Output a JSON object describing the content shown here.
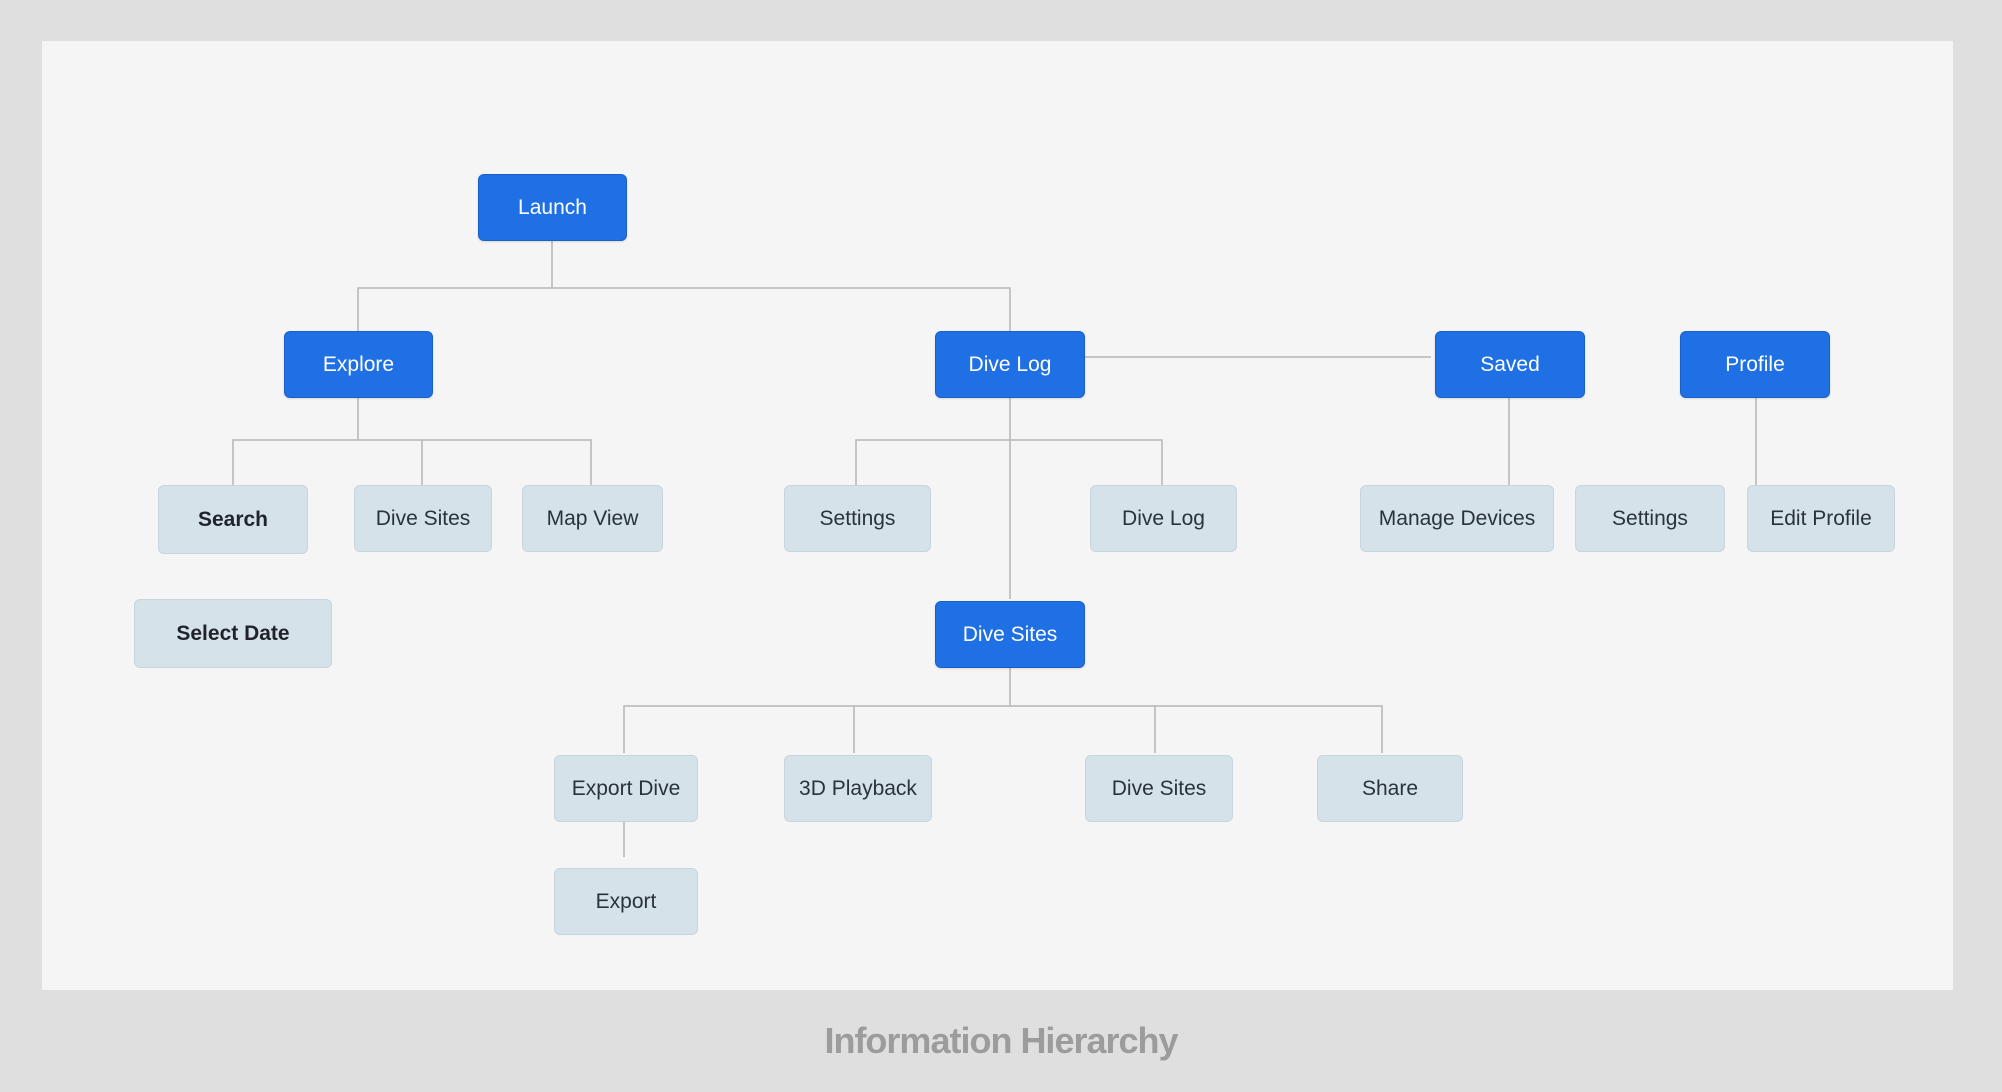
{
  "diagram": {
    "caption": "Information Hierarchy",
    "colors": {
      "primary_node": "#1f6fe5",
      "secondary_node": "#d6e2ea",
      "connector": "#b5b5b5"
    },
    "nodes": {
      "launch": "Launch",
      "explore": "Explore",
      "dive_log": "Dive Log",
      "saved": "Saved",
      "profile": "Profile",
      "search": "Search",
      "explore_dive_sites": "Dive Sites",
      "map_view": "Map View",
      "select_date": "Select Date",
      "log_settings": "Settings",
      "log_dive_log": "Dive Log",
      "dive_sites": "Dive Sites",
      "export_dive": "Export Dive",
      "playback_3d": "3D Playback",
      "sites_dive_sites": "Dive Sites",
      "share": "Share",
      "export": "Export",
      "manage_devices": "Manage Devices",
      "saved_settings": "Settings",
      "edit_profile": "Edit Profile"
    }
  }
}
